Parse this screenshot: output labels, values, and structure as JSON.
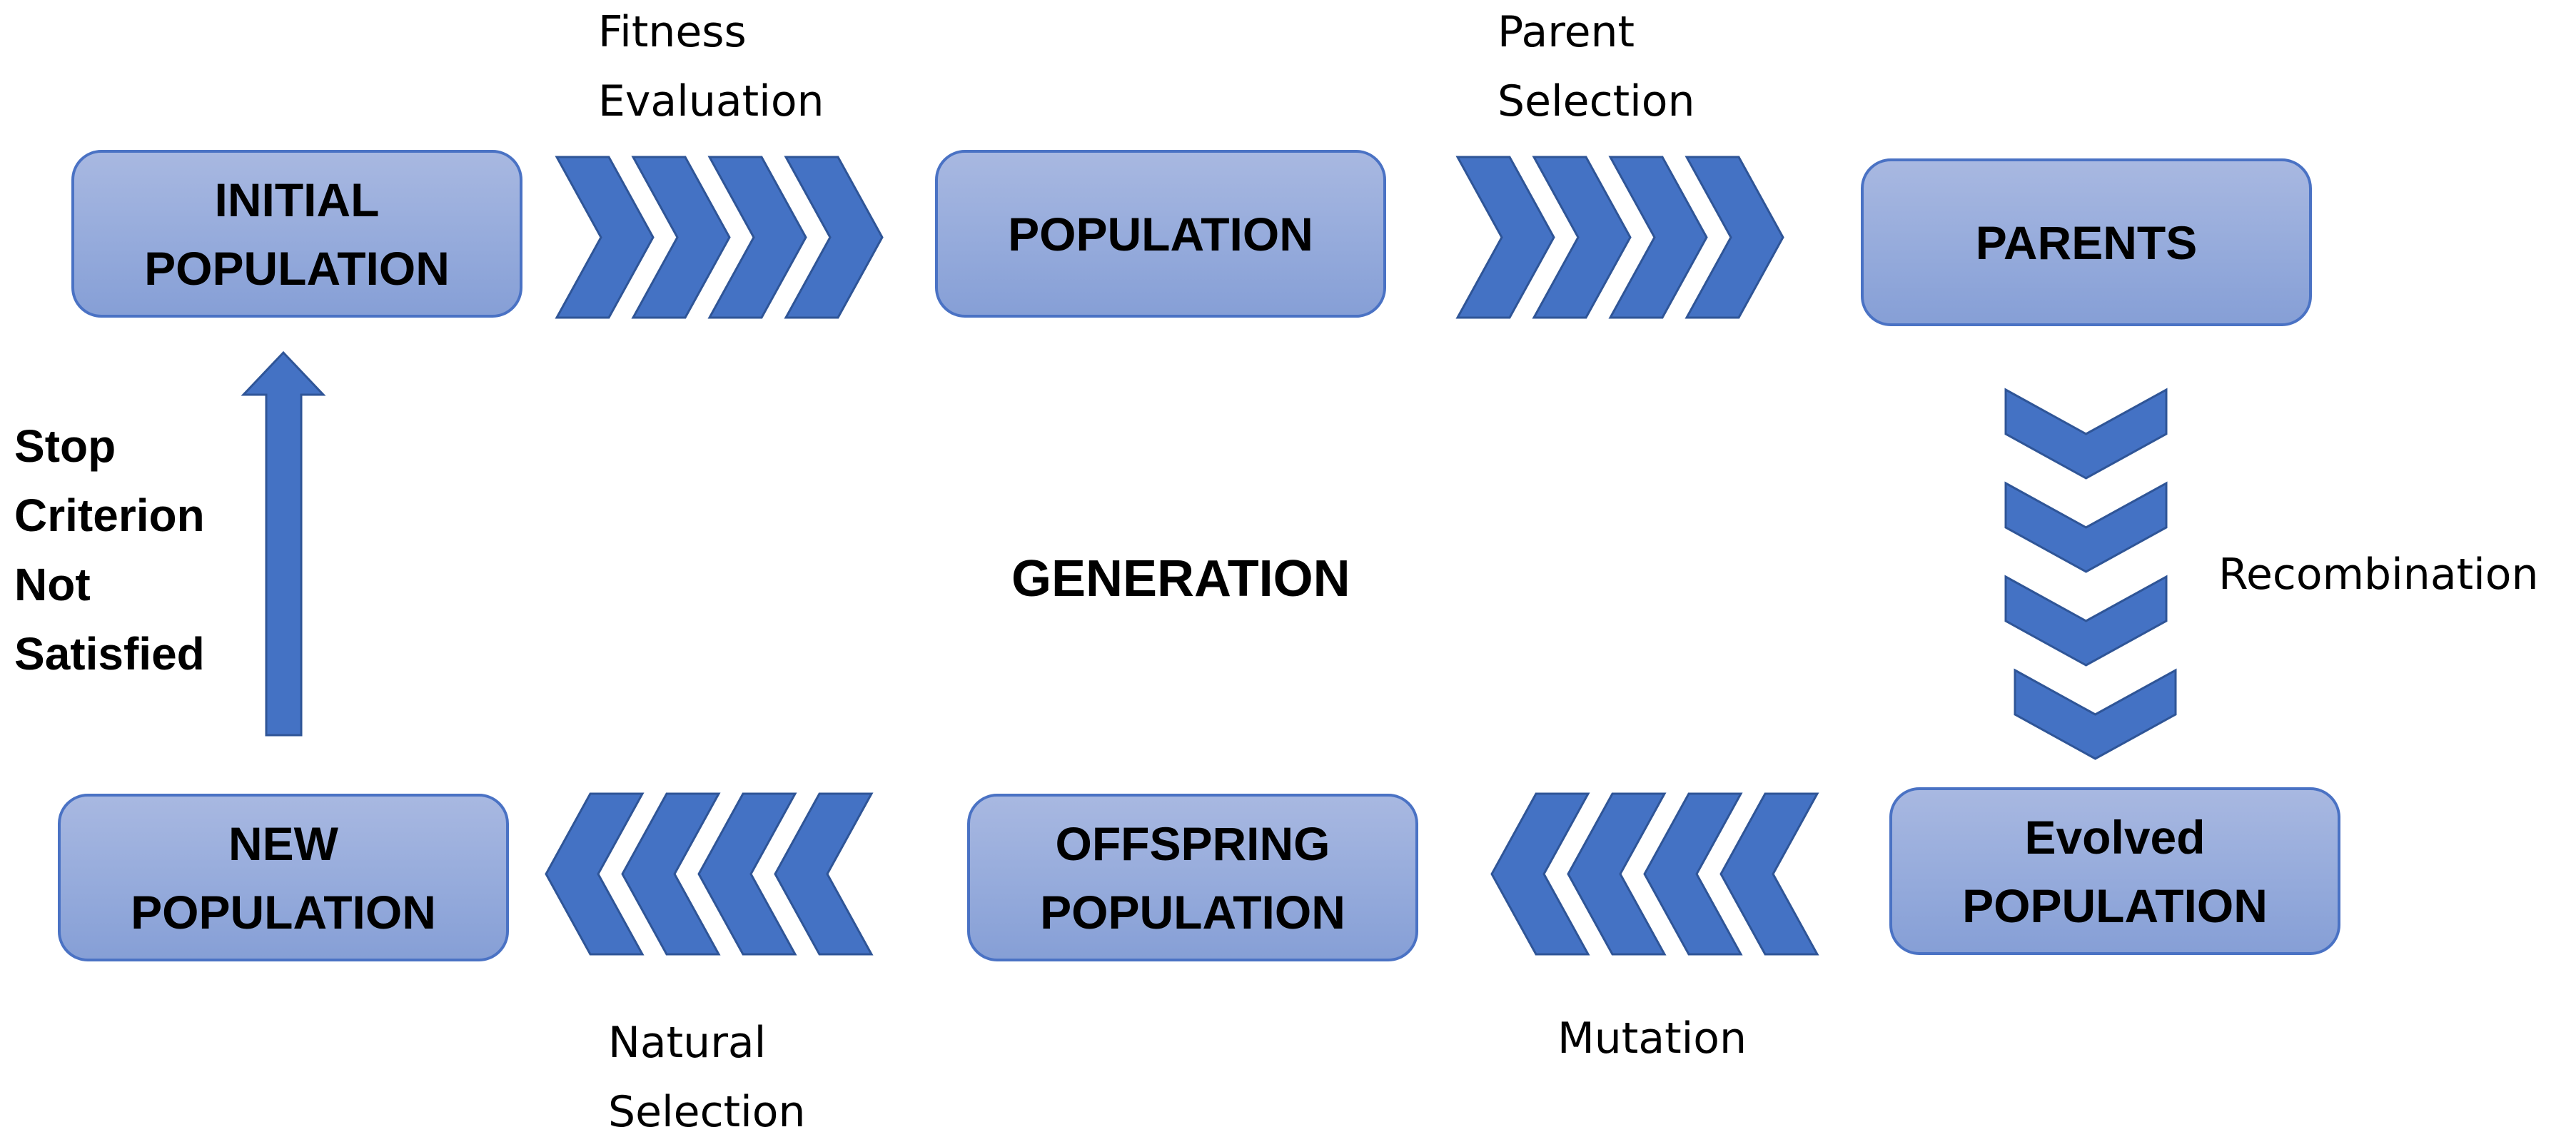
{
  "colors": {
    "arrow_fill": "#4472c4",
    "arrow_stroke": "#2f5597",
    "box_fill_top": "#a8b8e1",
    "box_fill_bottom": "#869fd6",
    "box_border": "#4a72c4",
    "text": "#000000"
  },
  "nodes": {
    "initial_population": {
      "line1": "INITIAL",
      "line2": "POPULATION"
    },
    "population": {
      "line1": "POPULATION"
    },
    "parents": {
      "line1": "PARENTS"
    },
    "evolved_population": {
      "line1": "Evolved",
      "line2": "POPULATION"
    },
    "offspring_population": {
      "line1": "OFFSPRING",
      "line2": "POPULATION"
    },
    "new_population": {
      "line1": "NEW",
      "line2": "POPULATION"
    }
  },
  "steps": {
    "fitness_evaluation": {
      "line1": "Fitness",
      "line2": "Evaluation"
    },
    "parent_selection": {
      "line1": "Parent",
      "line2": "Selection"
    },
    "recombination": {
      "line1": "Recombination"
    },
    "mutation": {
      "line1": "Mutation"
    },
    "natural_selection": {
      "line1": "Natural",
      "line2": "Selection"
    }
  },
  "loop_condition": {
    "line1": "Stop",
    "line2": "Criterion",
    "line3": "Not",
    "line4": "Satisfied"
  },
  "center_title": "GENERATION"
}
